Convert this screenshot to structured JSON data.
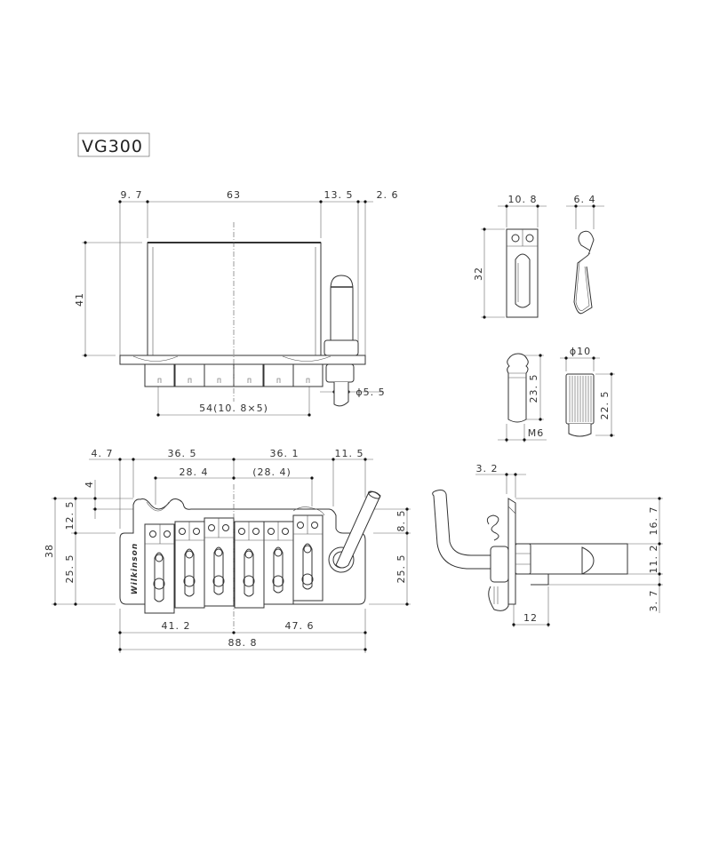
{
  "title": "VG300",
  "logo_text": "Wilkinson",
  "top_view": {
    "dims": {
      "d1": "9. 7",
      "d2": "63",
      "d3": "13. 5",
      "d4": "2. 6",
      "height": "41",
      "arm_dia": "ϕ5. 5",
      "spacing": "54(10. 8×5)"
    }
  },
  "saddle_part": {
    "width": "10. 8",
    "length": "32"
  },
  "spring_part": {
    "width": "6. 4"
  },
  "stud_part": {
    "length": "23. 5",
    "thread": "M6"
  },
  "knob_part": {
    "dia": "ϕ10",
    "length": "22. 5"
  },
  "front_view": {
    "dims": {
      "d1": "4. 7",
      "d2": "36. 5",
      "d3": "36. 1",
      "d4": "11. 5",
      "s1": "28. 4",
      "s2": "(28. 4)",
      "h_total": "38",
      "h1": "12. 5",
      "h2": "25. 5",
      "h3": "4",
      "r1": "8. 5",
      "r2": "25. 5",
      "b1": "41. 2",
      "b2": "47. 6",
      "b_total": "88. 8"
    }
  },
  "side_view": {
    "dims": {
      "d1": "3. 2",
      "h1": "16. 7",
      "h2": "11. 2",
      "h3": "3. 7",
      "w": "12"
    }
  }
}
